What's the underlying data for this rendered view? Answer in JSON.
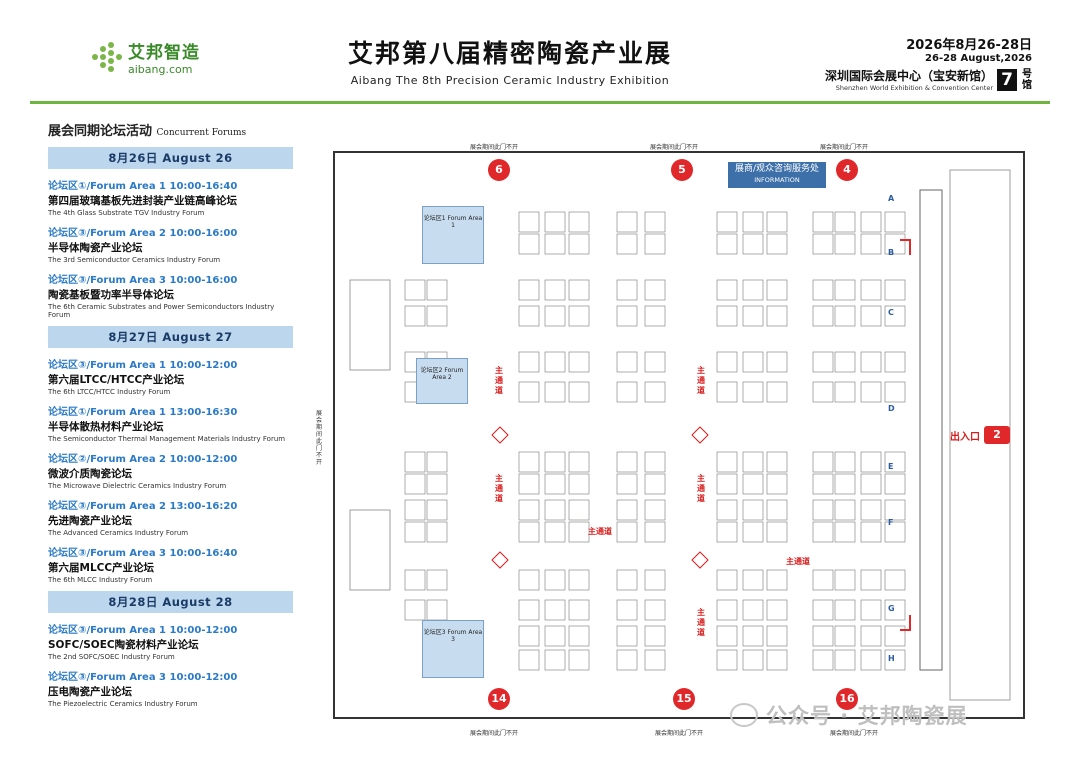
{
  "header": {
    "logo_cn": "艾邦智造",
    "logo_en": "aibang.com",
    "title_cn": "艾邦第八届精密陶瓷产业展",
    "title_en": "Aibang The 8th Precision Ceramic Industry Exhibition",
    "date_cn": "2026年8月26-28日",
    "date_en": "26-28 August,2026",
    "venue_cn": "深圳国际会展中心（宝安新馆）",
    "venue_en": "Shenzhen World Exhibition & Convention Center",
    "hall_number": "7",
    "hall_suffix": "号馆"
  },
  "forums": {
    "title_cn": "展会同期论坛活动",
    "title_en": "Concurrent Forums",
    "days": [
      {
        "label": "8月26日   August 26",
        "items": [
          {
            "area": "论坛区①/Forum Area 1    10:00-16:40",
            "cn": "第四届玻璃基板先进封装产业链高峰论坛",
            "en": "The 4th Glass Substrate TGV Industry Forum"
          },
          {
            "area": "论坛区③/Forum Area 2    10:00-16:00",
            "cn": "半导体陶瓷产业论坛",
            "en": "The 3rd Semiconductor Ceramics Industry Forum"
          },
          {
            "area": "论坛区③/Forum Area 3    10:00-16:00",
            "cn": "陶瓷基板暨功率半导体论坛",
            "en": "The 6th Ceramic Substrates and Power Semiconductors Industry Forum"
          }
        ]
      },
      {
        "label": "8月27日   August 27",
        "items": [
          {
            "area": "论坛区③/Forum Area 1    10:00-12:00",
            "cn": "第六届LTCC/HTCC产业论坛",
            "en": "The 6th LTCC/HTCC Industry Forum"
          },
          {
            "area": "论坛区①/Forum Area 1    13:00-16:30",
            "cn": "半导体散热材料产业论坛",
            "en": "The Semiconductor Thermal Management Materials Industry Forum"
          },
          {
            "area": "论坛区②/Forum Area 2    10:00-12:00",
            "cn": "微波介质陶瓷论坛",
            "en": "The Microwave Dielectric Ceramics Industry Forum"
          },
          {
            "area": "论坛区③/Forum Area 2    13:00-16:20",
            "cn": "先进陶瓷产业论坛",
            "en": "The Advanced Ceramics Industry Forum"
          },
          {
            "area": "论坛区③/Forum Area 3    10:00-16:40",
            "cn": "第六届MLCC产业论坛",
            "en": "The 6th MLCC Industry Forum"
          }
        ]
      },
      {
        "label": "8月28日   August 28",
        "items": [
          {
            "area": "论坛区③/Forum Area 1    10:00-12:00",
            "cn": "SOFC/SOEC陶瓷材料产业论坛",
            "en": "The 2nd SOFC/SOEC Industry Forum"
          },
          {
            "area": "论坛区③/Forum Area 3    10:00-12:00",
            "cn": "压电陶瓷产业论坛",
            "en": "The Piezoelectric Ceramics Industry Forum"
          }
        ]
      }
    ]
  },
  "map": {
    "info_cn": "展商/观众咨询服务处",
    "info_en": "INFORMATION",
    "gates_top": [
      "6",
      "5",
      "4"
    ],
    "gates_bottom": [
      "14",
      "15",
      "16"
    ],
    "gate_right": "2",
    "exit_label": "出入口",
    "gate_top_label": "展会期间此门不开",
    "side_label": "展会期间此门不开",
    "forum_area_1": "论坛区1 Forum Area 1",
    "forum_area_2": "论坛区2 Forum Area 2",
    "forum_area_3": "论坛区3 Forum Area 3",
    "aisle": "主通道",
    "rows": [
      "A",
      "B",
      "C",
      "D",
      "E",
      "F",
      "G",
      "H"
    ]
  },
  "watermark": "公众号 · 艾邦陶瓷展",
  "colors": {
    "brand_green": "#6fb63f",
    "day_bar": "#bcd6ee",
    "forum_blue": "#2a7ac8",
    "gate_red": "#e0282a",
    "info_blue": "#3d6fa8"
  }
}
